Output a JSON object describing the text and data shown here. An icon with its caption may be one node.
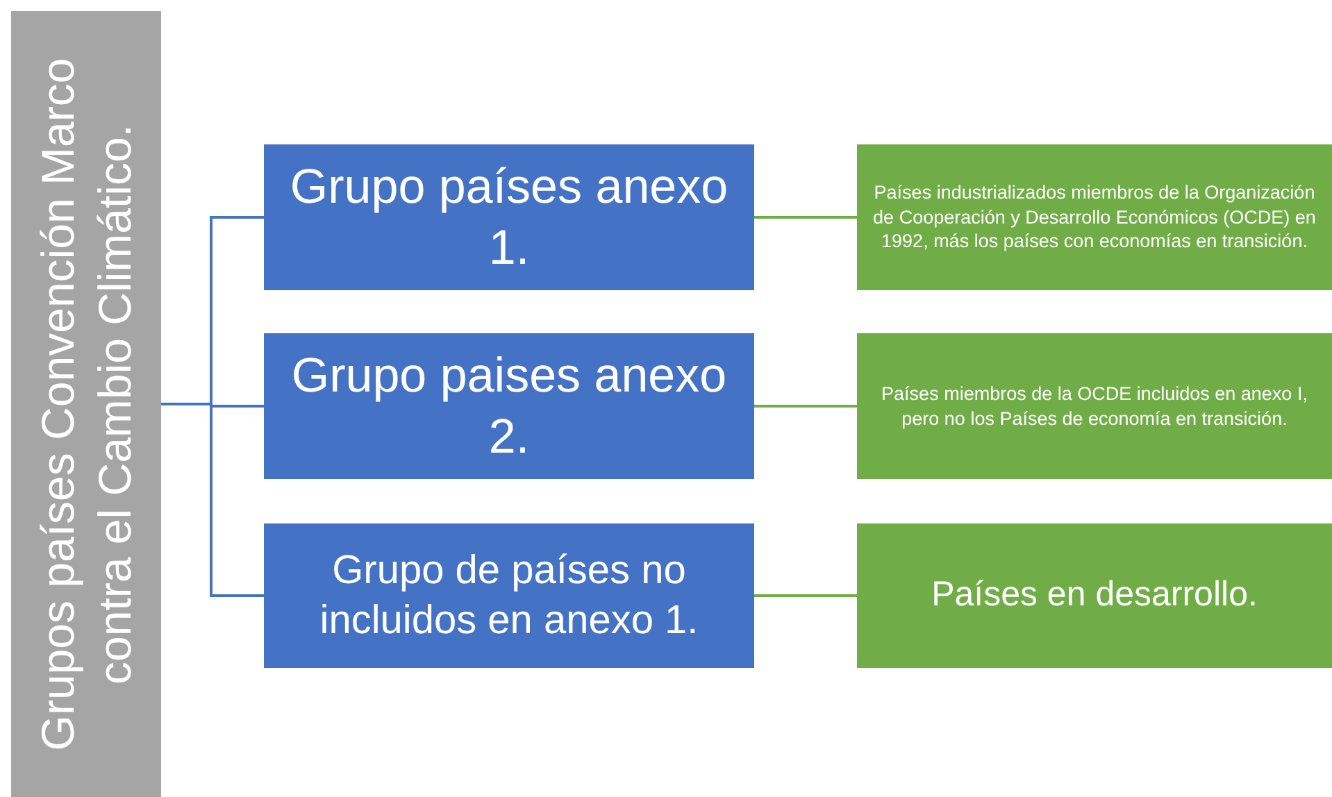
{
  "diagram": {
    "nodes": [
      {
        "text": [
          "Grupos países Convención Marco contra el Cambio Climático."
        ]
      },
      {
        "text": [
          "Grupo países anexo 1."
        ]
      },
      {
        "text": [
          "Grupo paises anexo 2."
        ]
      },
      {
        "text": [
          "Grupo de países no incluidos en anexo 1."
        ]
      },
      {
        "text": [
          "Países industrializados miembros de la Organización de Cooperación y Desarrollo Económicos (OCDE) en 1992, más los países con economías en transición."
        ]
      },
      {
        "text": [
          "Países miembros de la OCDE incluidos en anexo I, pero no los Países de economía en transición."
        ]
      },
      {
        "text": [
          "Países en desarrollo."
        ]
      }
    ],
    "edges": [
      {
        "from": 0,
        "to": 1,
        "arrow": "none"
      },
      {
        "from": 0,
        "to": 2,
        "arrow": "none"
      },
      {
        "from": 0,
        "to": 3,
        "arrow": "none"
      },
      {
        "from": 1,
        "to": 4,
        "arrow": "none",
        "color": "#70ad47"
      },
      {
        "from": 2,
        "to": 5,
        "arrow": "none",
        "color": "#70ad47"
      },
      {
        "from": 3,
        "to": 6,
        "arrow": "none",
        "color": "#70ad47"
      }
    ]
  }
}
